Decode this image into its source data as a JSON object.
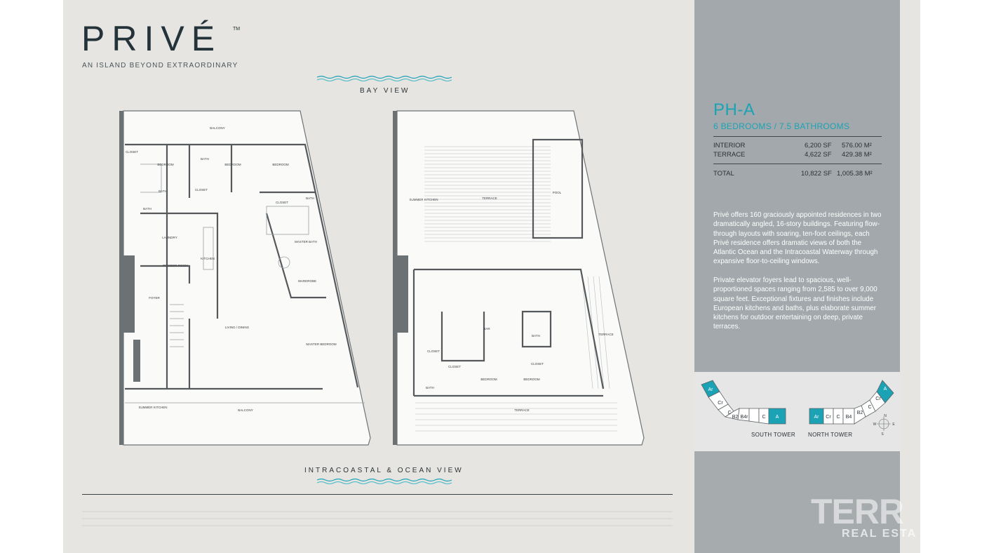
{
  "brand": {
    "name": "PRIVÉ",
    "tm": "TM",
    "tagline": "AN ISLAND BEYOND EXTRAORDINARY"
  },
  "views": {
    "top": "BAY VIEW",
    "bottom": "INTRACOASTAL & OCEAN VIEW"
  },
  "unit": {
    "title": "PH-A",
    "subtitle": "6 BEDROOMS / 7.5 BATHROOMS"
  },
  "areas": {
    "interior": {
      "label": "INTERIOR",
      "sf": "6,200 SF",
      "m2": "576.00 M²"
    },
    "terrace": {
      "label": "TERRACE",
      "sf": "4,622 SF",
      "m2": "429.38 M²"
    },
    "total": {
      "label": "TOTAL",
      "sf": "10,822  SF",
      "m2": "1,005.38 M²"
    }
  },
  "description": {
    "p1": "Privé offers 160 graciously appointed residences in two dramatically angled, 16-story buildings. Featuring flow-through layouts with soaring, ten-foot ceilings, each Privé residence offers dramatic views of both the Atlantic Ocean and the Intracoastal Waterway through expansive floor-to-ceiling windows.",
    "p2": "Private elevator foyers lead to spacious, well-proportioned spaces ranging from 2,585 to over 9,000 square feet.  Exceptional fixtures and finishes include European kitchens and baths, plus elaborate summer kitchens for outdoor entertaining on deep, private terraces."
  },
  "towers": {
    "south": "SOUTH TOWER",
    "north": "NORTH TOWER"
  },
  "plan_lower": {
    "balcony_top": "BALCONY",
    "closet1": "CLOSET",
    "bath1": "BATH",
    "bedroom1": "BEDROOM",
    "bedroom2": "BEDROOM",
    "bedroom3": "BEDROOM",
    "closet2": "CLOSET",
    "bath2": "BATH",
    "bath3": "BATH",
    "closet3": "CLOSET",
    "bath4": "BATH",
    "laundry": "LAUNDRY",
    "master_bath": "MASTER BATH",
    "powder": "POWDER ROOM",
    "kitchen": "KITCHEN",
    "wardrobe": "WARDROBE",
    "foyer": "FOYER",
    "living": "LIVING / DINING",
    "master_bedroom": "MASTER BEDROOM",
    "summer_kitchen": "SUMMER KITCHEN",
    "balcony_bottom": "BALCONY"
  },
  "plan_upper": {
    "terrace_top": "TERRACE",
    "pool": "POOL",
    "summer_kitchen": "SUMMER KITCHEN",
    "bar": "BAR",
    "bath1": "BATH",
    "closet1": "CLOSET",
    "closet2": "CLOSET",
    "closet3": "CLOSET",
    "bath2": "BATH",
    "bedroom1": "BEDROOM",
    "bedroom2": "BEDROOM",
    "terrace_side": "TERRACE",
    "terrace_bottom": "TERRACE"
  },
  "map_units": {
    "south": [
      "Ar",
      "Cr",
      "C",
      "B2",
      "B4r",
      "C",
      "A"
    ],
    "north": [
      "Ar",
      "Cr",
      "C",
      "B4",
      "B2",
      "C",
      "Cr",
      "A"
    ]
  },
  "compass": {
    "n": "N",
    "s": "S",
    "e": "E",
    "w": "W"
  },
  "watermark": {
    "main": "TERR",
    "sub": "REAL ESTA"
  },
  "colors": {
    "accent": "#1ba3b5",
    "sheet": "#e6e5e1",
    "panel": "#a6abad",
    "ink": "#24323a"
  }
}
